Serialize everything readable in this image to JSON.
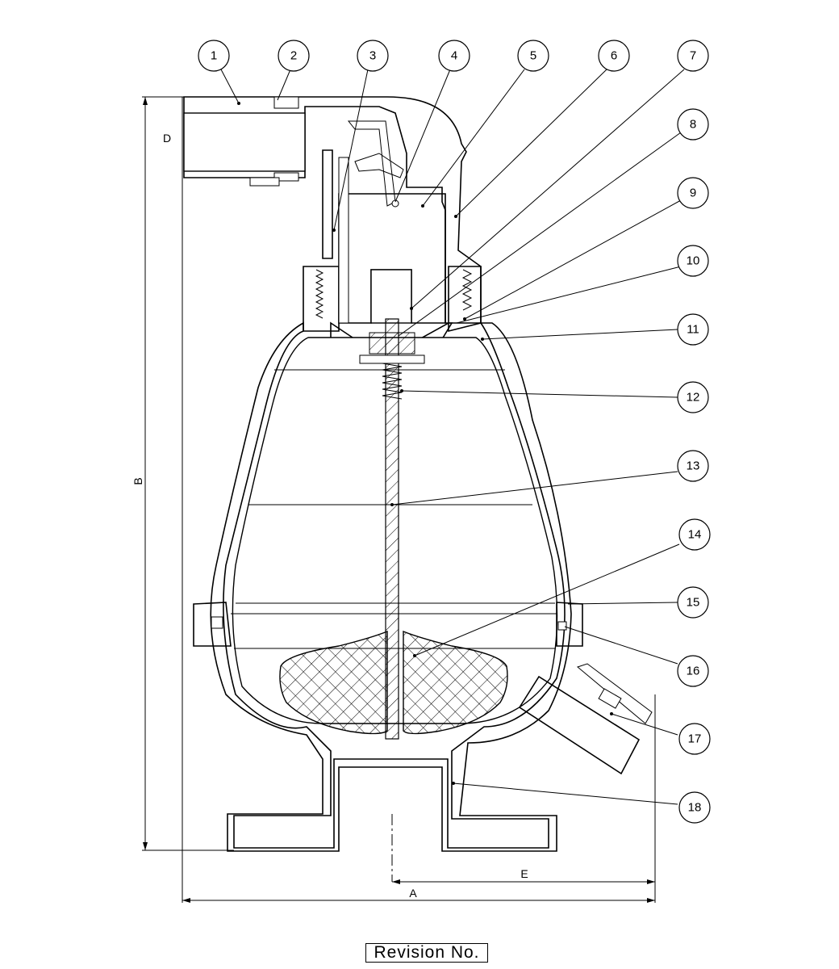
{
  "balloons": [
    "1",
    "2",
    "3",
    "4",
    "5",
    "6",
    "7",
    "8",
    "9",
    "10",
    "11",
    "12",
    "13",
    "14",
    "15",
    "16",
    "17",
    "18"
  ],
  "dimensions": {
    "a": "A",
    "b": "B",
    "d": "D",
    "e": "E"
  },
  "revision_label": "Revision No."
}
